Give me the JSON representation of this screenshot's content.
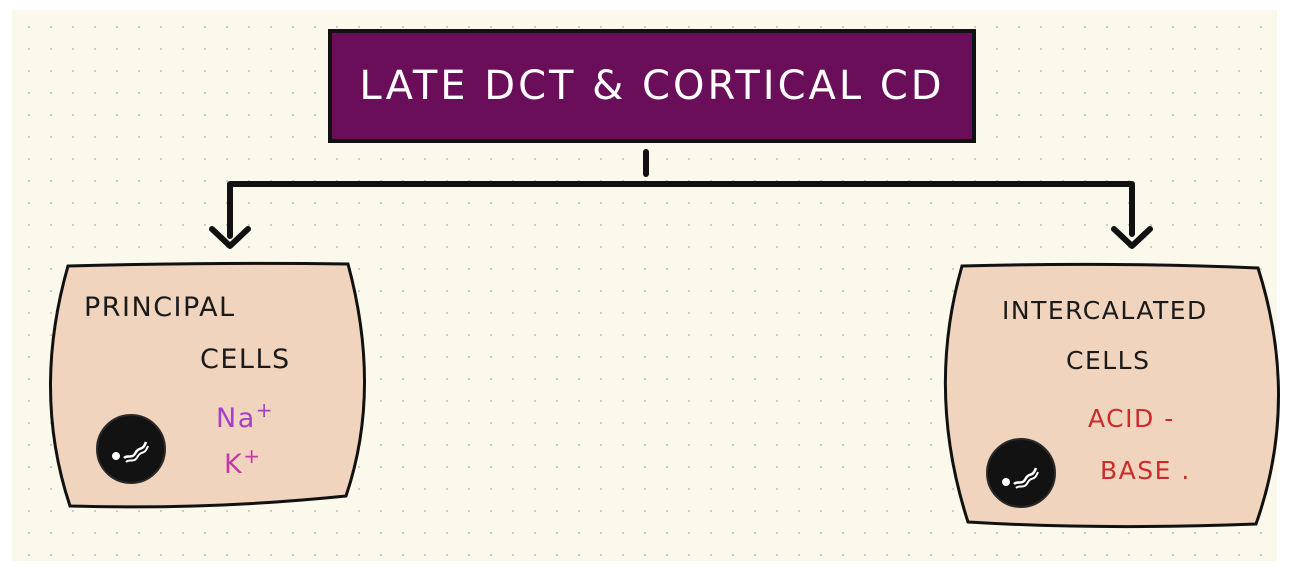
{
  "title": "LATE DCT & CORTICAL CD",
  "colors": {
    "title_fill": "#6b0e5a",
    "box_fill": "#f0d4bd",
    "sodium": "#a640c8",
    "potassium": "#c33aa6",
    "acid_base": "#cc2b2b"
  },
  "left_box": {
    "heading_line1": "PRINCIPAL",
    "heading_line2": "CELLS",
    "ion1": "Na",
    "ion1_charge": "+",
    "ion2": "K",
    "ion2_charge": "+",
    "icon": "cell-icon"
  },
  "right_box": {
    "heading_line1": "INTERCALATED",
    "heading_line2": "CELLS",
    "line1": "ACID -",
    "line2": "BASE ."
  }
}
